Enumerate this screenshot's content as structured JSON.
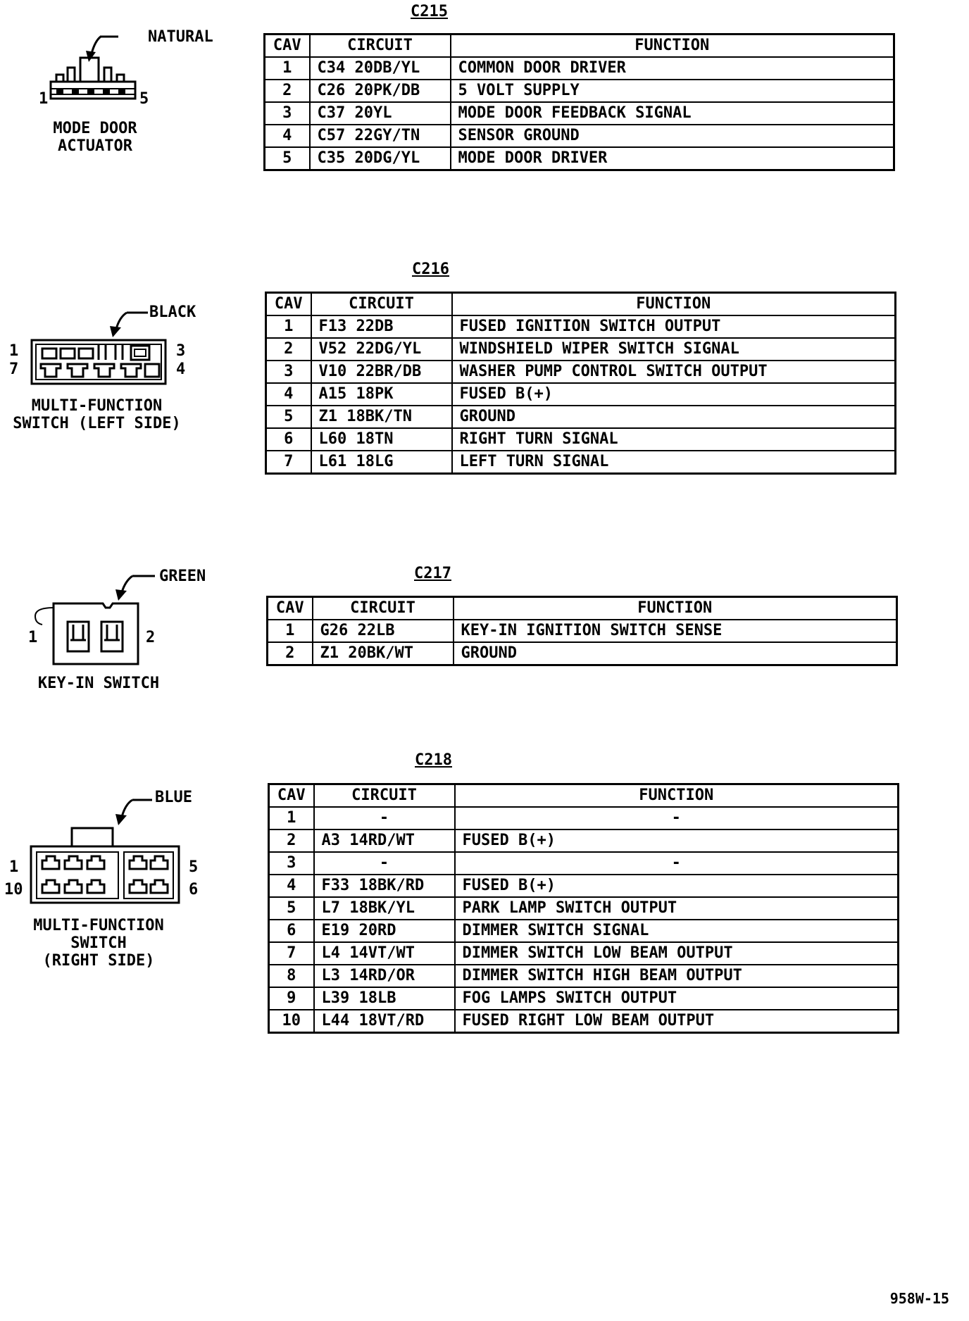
{
  "headers": {
    "cav": "CAV",
    "circuit": "CIRCUIT",
    "function": "FUNCTION"
  },
  "connectors": [
    {
      "id": "C215",
      "color": "NATURAL",
      "caption_lines": [
        "MODE DOOR",
        "ACTUATOR"
      ],
      "pins": [
        "1",
        "5"
      ],
      "rows": [
        {
          "cav": "1",
          "circuit": "C34  20DB/YL",
          "function": "COMMON DOOR DRIVER"
        },
        {
          "cav": "2",
          "circuit": "C26  20PK/DB",
          "function": "5 VOLT SUPPLY"
        },
        {
          "cav": "3",
          "circuit": "C37  20YL",
          "function": "MODE DOOR FEEDBACK SIGNAL"
        },
        {
          "cav": "4",
          "circuit": "C57  22GY/TN",
          "function": "SENSOR GROUND"
        },
        {
          "cav": "5",
          "circuit": "C35  20DG/YL",
          "function": "MODE DOOR DRIVER"
        }
      ]
    },
    {
      "id": "C216",
      "color": "BLACK",
      "caption_lines": [
        "MULTI-FUNCTION",
        "SWITCH (LEFT SIDE)"
      ],
      "pins": [
        "1",
        "7",
        "3",
        "4"
      ],
      "rows": [
        {
          "cav": "1",
          "circuit": "F13  22DB",
          "function": "FUSED IGNITION SWITCH OUTPUT"
        },
        {
          "cav": "2",
          "circuit": "V52  22DG/YL",
          "function": "WINDSHIELD WIPER SWITCH SIGNAL"
        },
        {
          "cav": "3",
          "circuit": "V10  22BR/DB",
          "function": "WASHER PUMP CONTROL SWITCH OUTPUT"
        },
        {
          "cav": "4",
          "circuit": "A15  18PK",
          "function": "FUSED B(+)"
        },
        {
          "cav": "5",
          "circuit": "Z1  18BK/TN",
          "function": "GROUND"
        },
        {
          "cav": "6",
          "circuit": "L60  18TN",
          "function": "RIGHT TURN SIGNAL"
        },
        {
          "cav": "7",
          "circuit": "L61  18LG",
          "function": "LEFT TURN SIGNAL"
        }
      ]
    },
    {
      "id": "C217",
      "color": "GREEN",
      "caption_lines": [
        "KEY-IN SWITCH"
      ],
      "pins": [
        "1",
        "2"
      ],
      "rows": [
        {
          "cav": "1",
          "circuit": "G26  22LB",
          "function": "KEY-IN IGNITION SWITCH SENSE"
        },
        {
          "cav": "2",
          "circuit": "Z1  20BK/WT",
          "function": "GROUND"
        }
      ]
    },
    {
      "id": "C218",
      "color": "BLUE",
      "caption_lines": [
        "MULTI-FUNCTION",
        "SWITCH",
        "(RIGHT SIDE)"
      ],
      "pins": [
        "1",
        "10",
        "5",
        "6"
      ],
      "rows": [
        {
          "cav": "1",
          "circuit": "-",
          "function": "-"
        },
        {
          "cav": "2",
          "circuit": "A3  14RD/WT",
          "function": "FUSED B(+)"
        },
        {
          "cav": "3",
          "circuit": "-",
          "function": "-"
        },
        {
          "cav": "4",
          "circuit": "F33  18BK/RD",
          "function": "FUSED B(+)"
        },
        {
          "cav": "5",
          "circuit": "L7  18BK/YL",
          "function": "PARK LAMP SWITCH OUTPUT"
        },
        {
          "cav": "6",
          "circuit": "E19  20RD",
          "function": "DIMMER SWITCH SIGNAL"
        },
        {
          "cav": "7",
          "circuit": "L4  14VT/WT",
          "function": "DIMMER SWITCH LOW BEAM OUTPUT"
        },
        {
          "cav": "8",
          "circuit": "L3  14RD/OR",
          "function": "DIMMER SWITCH HIGH BEAM OUTPUT"
        },
        {
          "cav": "9",
          "circuit": "L39  18LB",
          "function": "FOG LAMPS SWITCH OUTPUT"
        },
        {
          "cav": "10",
          "circuit": "L44  18VT/RD",
          "function": "FUSED RIGHT LOW BEAM OUTPUT"
        }
      ]
    }
  ],
  "footer": {
    "ref": "958W-15"
  }
}
